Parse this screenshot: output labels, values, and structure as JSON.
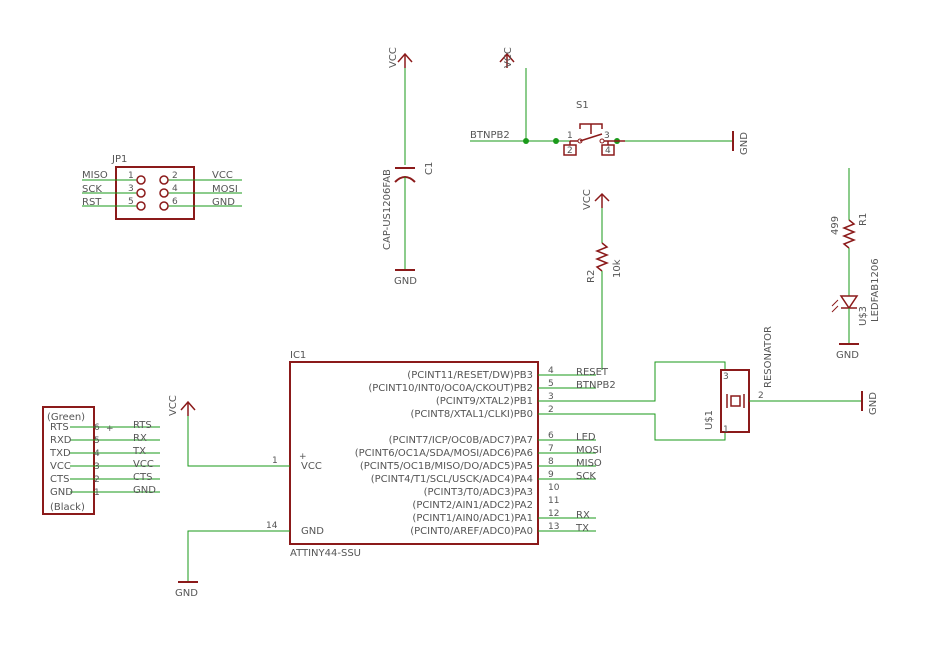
{
  "colors": {
    "net": "#1a9a1a",
    "body": "#8b1a1a",
    "text": "#555555"
  },
  "supply": {
    "vcc": "VCC",
    "gnd": "GND"
  },
  "jp1": {
    "ref": "JP1",
    "pins": [
      {
        "num": "1",
        "label": "MISO"
      },
      {
        "num": "2",
        "label": "VCC"
      },
      {
        "num": "3",
        "label": "SCK"
      },
      {
        "num": "4",
        "label": "MOSI"
      },
      {
        "num": "5",
        "label": "RST"
      },
      {
        "num": "6",
        "label": "GND"
      }
    ]
  },
  "c1": {
    "ref": "C1",
    "value": "CAP-US1206FAB"
  },
  "s1": {
    "ref": "S1",
    "net": "BTNPB2",
    "pins": [
      "1",
      "2",
      "3",
      "4"
    ]
  },
  "r2": {
    "ref": "R2",
    "value": "10k"
  },
  "r1": {
    "ref": "R1",
    "value": "499"
  },
  "u3": {
    "ref": "U$3",
    "value": "LEDFAB1206"
  },
  "u1": {
    "ref": "U$1",
    "value": "RESONATOR",
    "pins": [
      "3",
      "2",
      "1"
    ]
  },
  "ftdi": {
    "top": "(Green)",
    "bottom": "(Black)",
    "pins": [
      {
        "label": "RTS",
        "num": "6",
        "net": "RTS"
      },
      {
        "label": "RXD",
        "num": "5",
        "net": "RX"
      },
      {
        "label": "TXD",
        "num": "4",
        "net": "TX"
      },
      {
        "label": "VCC",
        "num": "3",
        "net": "VCC"
      },
      {
        "label": "CTS",
        "num": "2",
        "net": "CTS"
      },
      {
        "label": "GND",
        "num": "1",
        "net": "GND"
      }
    ]
  },
  "ic1": {
    "ref": "IC1",
    "value": "ATTINY44-SSU",
    "vcc": {
      "num": "1",
      "label": "VCC",
      "plus": "+"
    },
    "gnd": {
      "num": "14",
      "label": "GND"
    },
    "pins": [
      {
        "num": "4",
        "label": "(PCINT11/RESET/DW)PB3",
        "net": "RESET"
      },
      {
        "num": "5",
        "label": "(PCINT10/INT0/OC0A/CKOUT)PB2",
        "net": "BTNPB2"
      },
      {
        "num": "3",
        "label": "(PCINT9/XTAL2)PB1",
        "net": ""
      },
      {
        "num": "2",
        "label": "(PCINT8/XTAL1/CLKI)PB0",
        "net": ""
      },
      {
        "num": "6",
        "label": "(PCINT7/ICP/OC0B/ADC7)PA7",
        "net": "LED"
      },
      {
        "num": "7",
        "label": "(PCINT6/OC1A/SDA/MOSI/ADC6)PA6",
        "net": "MOSI"
      },
      {
        "num": "8",
        "label": "(PCINT5/OC1B/MISO/DO/ADC5)PA5",
        "net": "MISO"
      },
      {
        "num": "9",
        "label": "(PCINT4/T1/SCL/USCK/ADC4)PA4",
        "net": "SCK"
      },
      {
        "num": "10",
        "label": "(PCINT3/T0/ADC3)PA3",
        "net": ""
      },
      {
        "num": "11",
        "label": "(PCINT2/AIN1/ADC2)PA2",
        "net": ""
      },
      {
        "num": "12",
        "label": "(PCINT1/AIN0/ADC1)PA1",
        "net": "RX"
      },
      {
        "num": "13",
        "label": "(PCINT0/AREF/ADC0)PA0",
        "net": "TX"
      }
    ]
  }
}
